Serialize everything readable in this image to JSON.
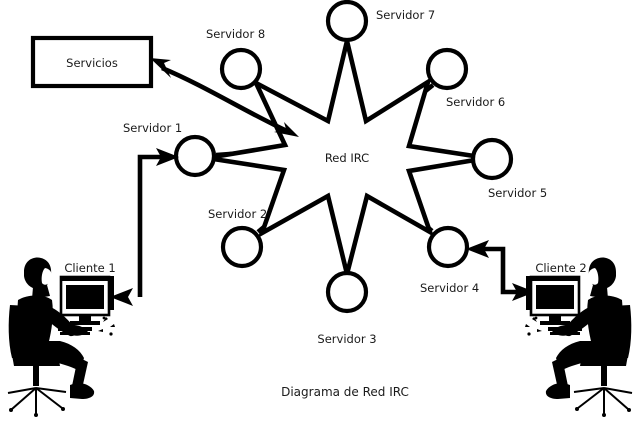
{
  "diagram": {
    "title": "Diagrama de Red IRC",
    "center_node": {
      "label": "Red IRC",
      "shape": "8-point-star"
    },
    "services_box": {
      "label": "Servicios"
    },
    "servers": [
      {
        "id": "servidor-1",
        "label": "Servidor 1"
      },
      {
        "id": "servidor-2",
        "label": "Servidor 2"
      },
      {
        "id": "servidor-3",
        "label": "Servidor 3"
      },
      {
        "id": "servidor-4",
        "label": "Servidor 4"
      },
      {
        "id": "servidor-5",
        "label": "Servidor 5"
      },
      {
        "id": "servidor-6",
        "label": "Servidor 6"
      },
      {
        "id": "servidor-7",
        "label": "Servidor 7"
      },
      {
        "id": "servidor-8",
        "label": "Servidor 8"
      }
    ],
    "clients": [
      {
        "id": "cliente-1",
        "label": "Cliente 1"
      },
      {
        "id": "cliente-2",
        "label": "Cliente 2"
      }
    ],
    "colors": {
      "stroke": "#000000",
      "fill": "#ffffff",
      "text": "#1a1a1a",
      "background": "#ffffff"
    }
  }
}
